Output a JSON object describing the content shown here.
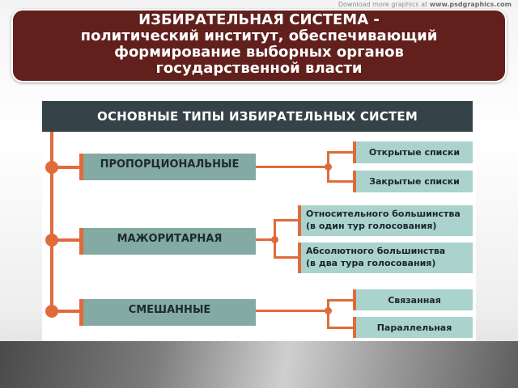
{
  "watermark": {
    "prefix": "Download more graphics at",
    "site": "www.psdgraphics.com"
  },
  "banner": {
    "lines": [
      "ИЗБИРАТЕЛЬНАЯ СИСТЕМА  -",
      "политический институт, обеспечивающий",
      "формирование выборных органов",
      "государственной власти"
    ]
  },
  "diagram": {
    "header": "ОСНОВНЫЕ ТИПЫ ИЗБИРАТЕЛЬНЫХ СИСТЕМ",
    "types": [
      {
        "label": "ПРОПОРЦИОНАЛЬНЫЕ",
        "subtypes": [
          {
            "label": "Открытые списки"
          },
          {
            "label": "Закрытые списки"
          }
        ]
      },
      {
        "label": "МАЖОРИТАРНАЯ",
        "subtypes": [
          {
            "line1": "Относительного большинства",
            "line2": "(в один тур голосования)"
          },
          {
            "line1": "Абсолютного большинства",
            "line2": "(в два тура голосования)"
          }
        ]
      },
      {
        "label": "СМЕШАННЫЕ",
        "subtypes": [
          {
            "label": "Связанная"
          },
          {
            "label": "Параллельная"
          }
        ]
      }
    ]
  },
  "colors": {
    "banner_bg": "#62201c",
    "header_bg": "#354248",
    "type_box_bg": "#83aaa3",
    "sub_box_bg": "#a9d3cc",
    "connector": "#e06b3a"
  }
}
